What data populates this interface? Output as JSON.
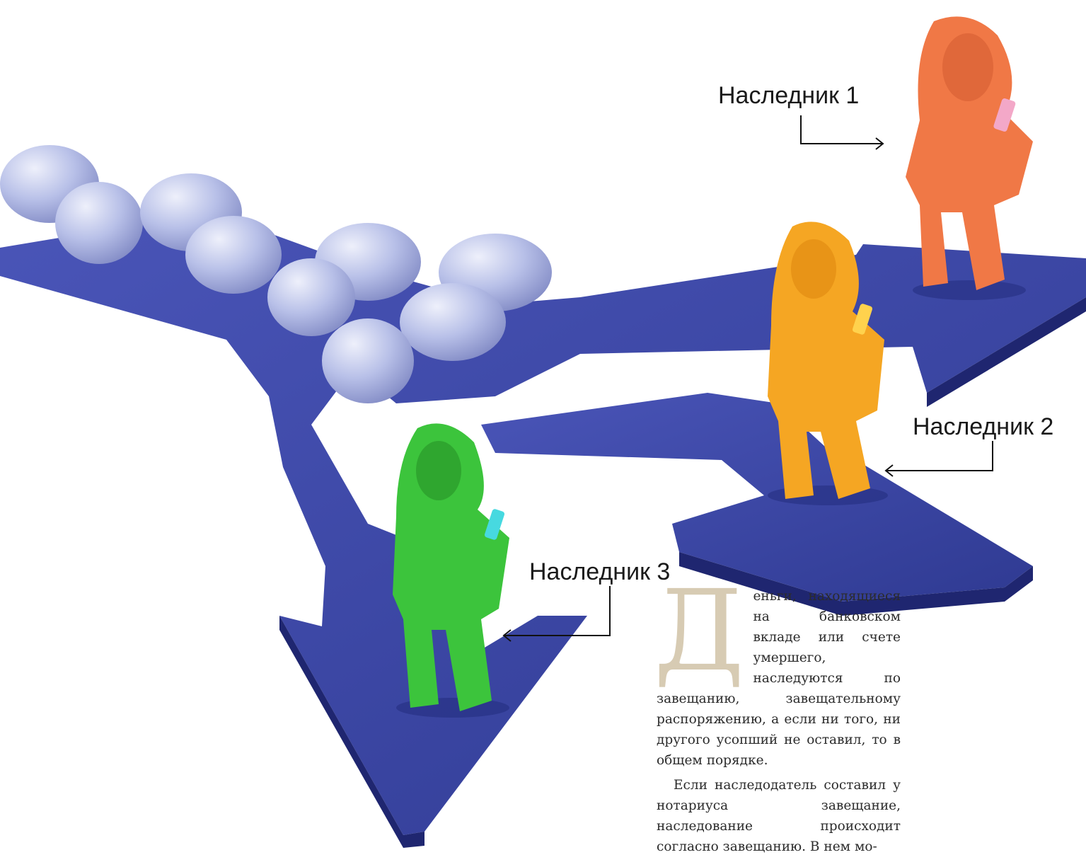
{
  "labels": {
    "heir1": "Наследник 1",
    "heir2": "Наследник 2",
    "heir3": "Наследник 3"
  },
  "figure_icons": [
    "piggy-bank-icon",
    "person-with-phone-icon",
    "arrow-icon"
  ],
  "colors": {
    "arrow_blue": "#3f4aa8",
    "piggy_blue": "#b4bde6",
    "heir1_orange": "#f07846",
    "heir2_yellow": "#f5a623",
    "heir3_green": "#3cc43c",
    "dropcap": "#d7cbb3"
  },
  "article": {
    "dropcap": "Д",
    "paragraph1": "еньги, находящиеся на банковском вкладе или счете умершего, наследуются по завещанию, завещательному распоряжению, а если ни того, ни другого усопший не оставил, то в общем порядке.",
    "paragraph2": "Если наследодатель составил у нотариуса завещание, наследование происходит согласно завещанию. В нем мо-"
  }
}
